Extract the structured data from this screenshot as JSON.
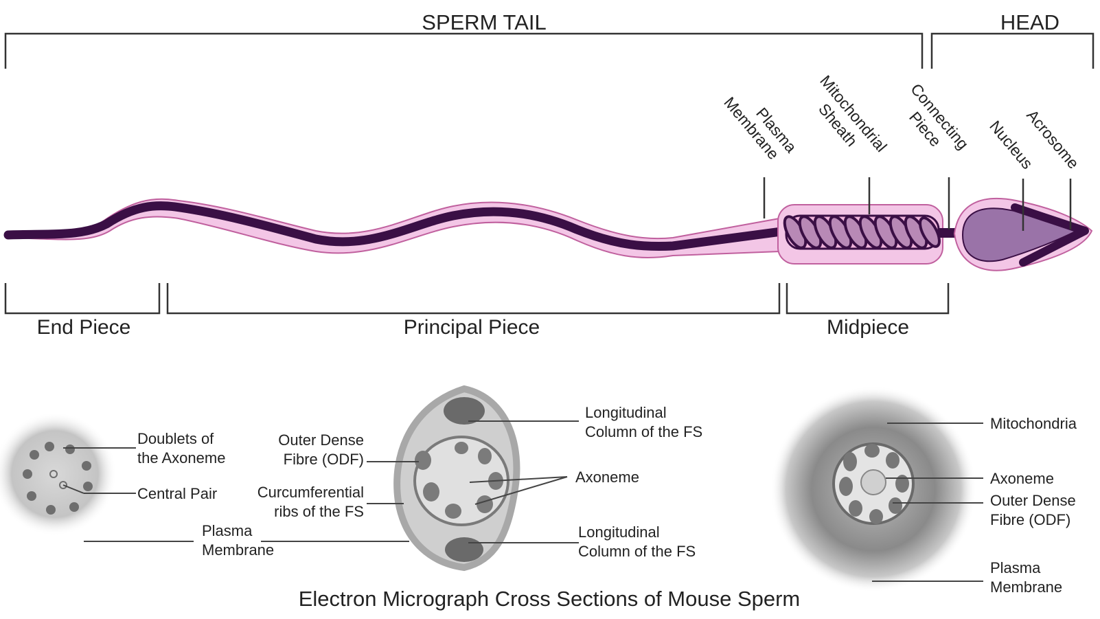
{
  "diagram": {
    "top_brackets": {
      "tail": "SPERM TAIL",
      "head": "HEAD"
    },
    "segments": {
      "end_piece": "End Piece",
      "principal_piece": "Principal Piece",
      "midpiece": "Midpiece"
    },
    "top_labels": {
      "plasma_membrane": [
        "Plasma",
        "Membrane"
      ],
      "mitochondrial_sheath": [
        "Mitochondrial",
        "Sheath"
      ],
      "connecting_piece": [
        "Connecting",
        "Piece"
      ],
      "nucleus": "Nucleus",
      "acrosome": "Acrosome"
    },
    "section1": {
      "doublets": [
        "Doublets of",
        "the Axoneme"
      ],
      "central_pair": "Central Pair",
      "plasma_membrane": [
        "Plasma",
        "Membrane"
      ]
    },
    "section2": {
      "odf": [
        "Outer Dense",
        "Fibre (ODF)"
      ],
      "ribs": [
        "Curcumferential",
        "ribs of the FS"
      ],
      "long_col_top": [
        "Longitudinal",
        "Column of the FS"
      ],
      "axoneme": "Axoneme",
      "long_col_bottom": [
        "Longitudinal",
        "Column of the FS"
      ]
    },
    "section3": {
      "mitochondria": "Mitochondria",
      "axoneme": "Axoneme",
      "odf": [
        "Outer Dense",
        "Fibre (ODF)"
      ],
      "plasma_membrane": [
        "Plasma",
        "Membrane"
      ]
    },
    "caption": "Electron Micrograph Cross Sections of Mouse Sperm",
    "colors": {
      "membrane": "#f3c6e6",
      "membrane_edge": "#c0609e",
      "core": "#3a0f45",
      "head_fill": "#9a73a8",
      "midpiece_fill": "#f0b4dc",
      "line": "#333333"
    }
  }
}
